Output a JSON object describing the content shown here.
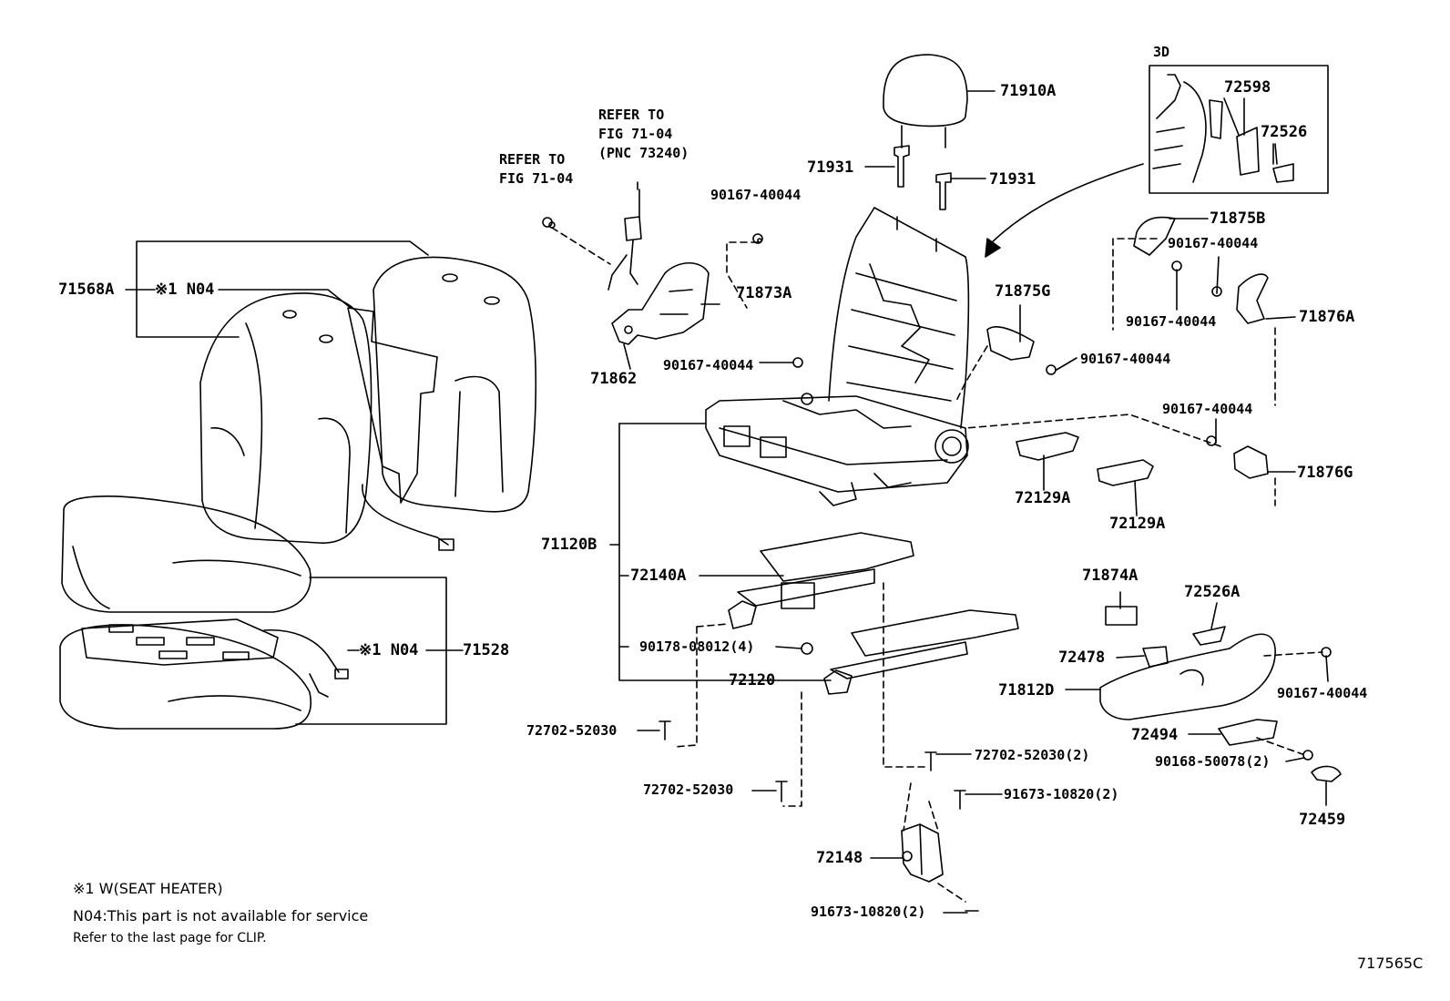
{
  "parts": {
    "p71910A": "71910A",
    "p71931_left": "71931",
    "p71931_right": "71931",
    "p72598": "72598",
    "p72526": "72526",
    "view3d": "3D",
    "p71875B": "71875B",
    "p90167_a": "90167-40044",
    "p90167_b": "90167-40044",
    "p90167_c": "90167-40044",
    "p90167_d": "90167-40044",
    "p90167_e": "90167-40044",
    "p90167_f": "90167-40044",
    "p90167_g": "90167-40044",
    "p71876A": "71876A",
    "p71875G": "71875G",
    "p71876G": "71876G",
    "p72129A_1": "72129A",
    "p72129A_2": "72129A",
    "p71873A": "71873A",
    "p71862": "71862",
    "p71568A": "71568A",
    "p71528": "71528",
    "p71120B": "71120B",
    "p72140A": "72140A",
    "p90178": "90178-08012(4)",
    "p72120": "72120",
    "p72702_a": "72702-52030",
    "p72702_b": "72702-52030",
    "p72702_c": "72702-52030(2)",
    "p91673_a": "91673-10820(2)",
    "p91673_b": "91673-10820(2)",
    "p72148": "72148",
    "p71874A": "71874A",
    "p72526A": "72526A",
    "p72478": "72478",
    "p71812D": "71812D",
    "p72494": "72494",
    "p90168": "90168-50078(2)",
    "p72459": "72459",
    "n04_top": "※1 N04",
    "n04_bottom": "※1 N04"
  },
  "refs": {
    "ref_left": [
      "REFER TO",
      "FIG 71-04"
    ],
    "ref_center": [
      "REFER TO",
      "FIG 71-04",
      "(PNC 73240)"
    ]
  },
  "notes": {
    "note1": "※1  W(SEAT HEATER)",
    "note2": "N04:This part is not available for service",
    "note3": "Refer to the last page for CLIP."
  },
  "diagram_code": "717565C"
}
